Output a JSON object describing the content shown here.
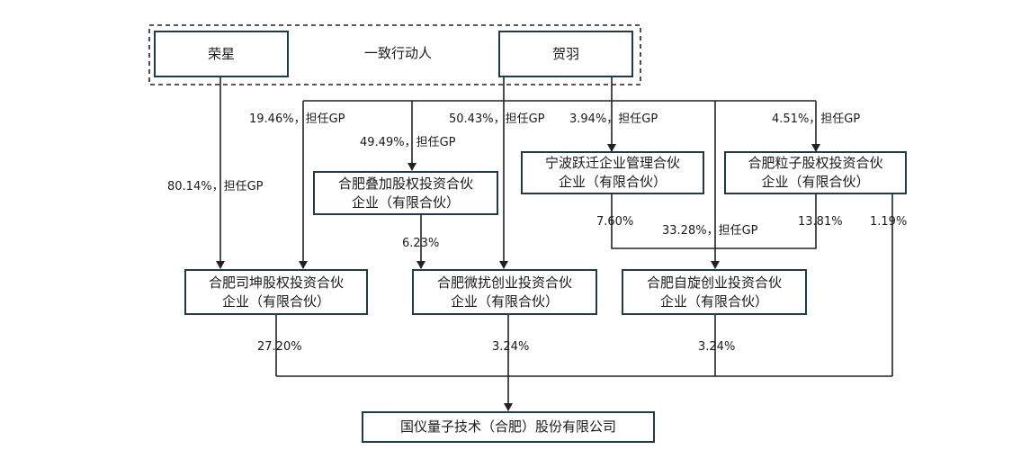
{
  "group_label": "一致行动人",
  "entities": {
    "rongxing": "荣星",
    "heyu": "贺羽",
    "diejia": [
      "合肥叠加股权投资合伙",
      "企业（有限合伙）"
    ],
    "ningbo": [
      "宁波跃迁企业管理合伙",
      "企业（有限合伙）"
    ],
    "lizi": [
      "合肥粒子股权投资合伙",
      "企业（有限合伙）"
    ],
    "sikun": [
      "合肥司坤股权投资合伙",
      "企业（有限合伙）"
    ],
    "weirao": [
      "合肥微扰创业投资合伙",
      "企业（有限合伙）"
    ],
    "zixuan": [
      "合肥自旋创业投资合伙",
      "企业（有限合伙）"
    ],
    "company": "国仪量子技术（合肥）股份有限公司"
  },
  "edges": {
    "rongxing_sikun": "80.14%，担任GP",
    "heyu_sikun": "19.46%，担任GP",
    "heyu_diejia": "49.49%，担任GP",
    "heyu_weirao": "50.43%，担任GP",
    "heyu_ningbo": "3.94%，担任GP",
    "heyu_lizi": "4.51%，担任GP",
    "diejia_weirao": "6.23%",
    "ningbo_zixuan": "7.60%",
    "heyu_zixuan": "33.28%，担任GP",
    "lizi_zixuan": "13.81%",
    "lizi_company": "1.19%",
    "sikun_company": "27.20%",
    "weirao_company": "3.24%",
    "zixuan_company": "3.24%"
  }
}
